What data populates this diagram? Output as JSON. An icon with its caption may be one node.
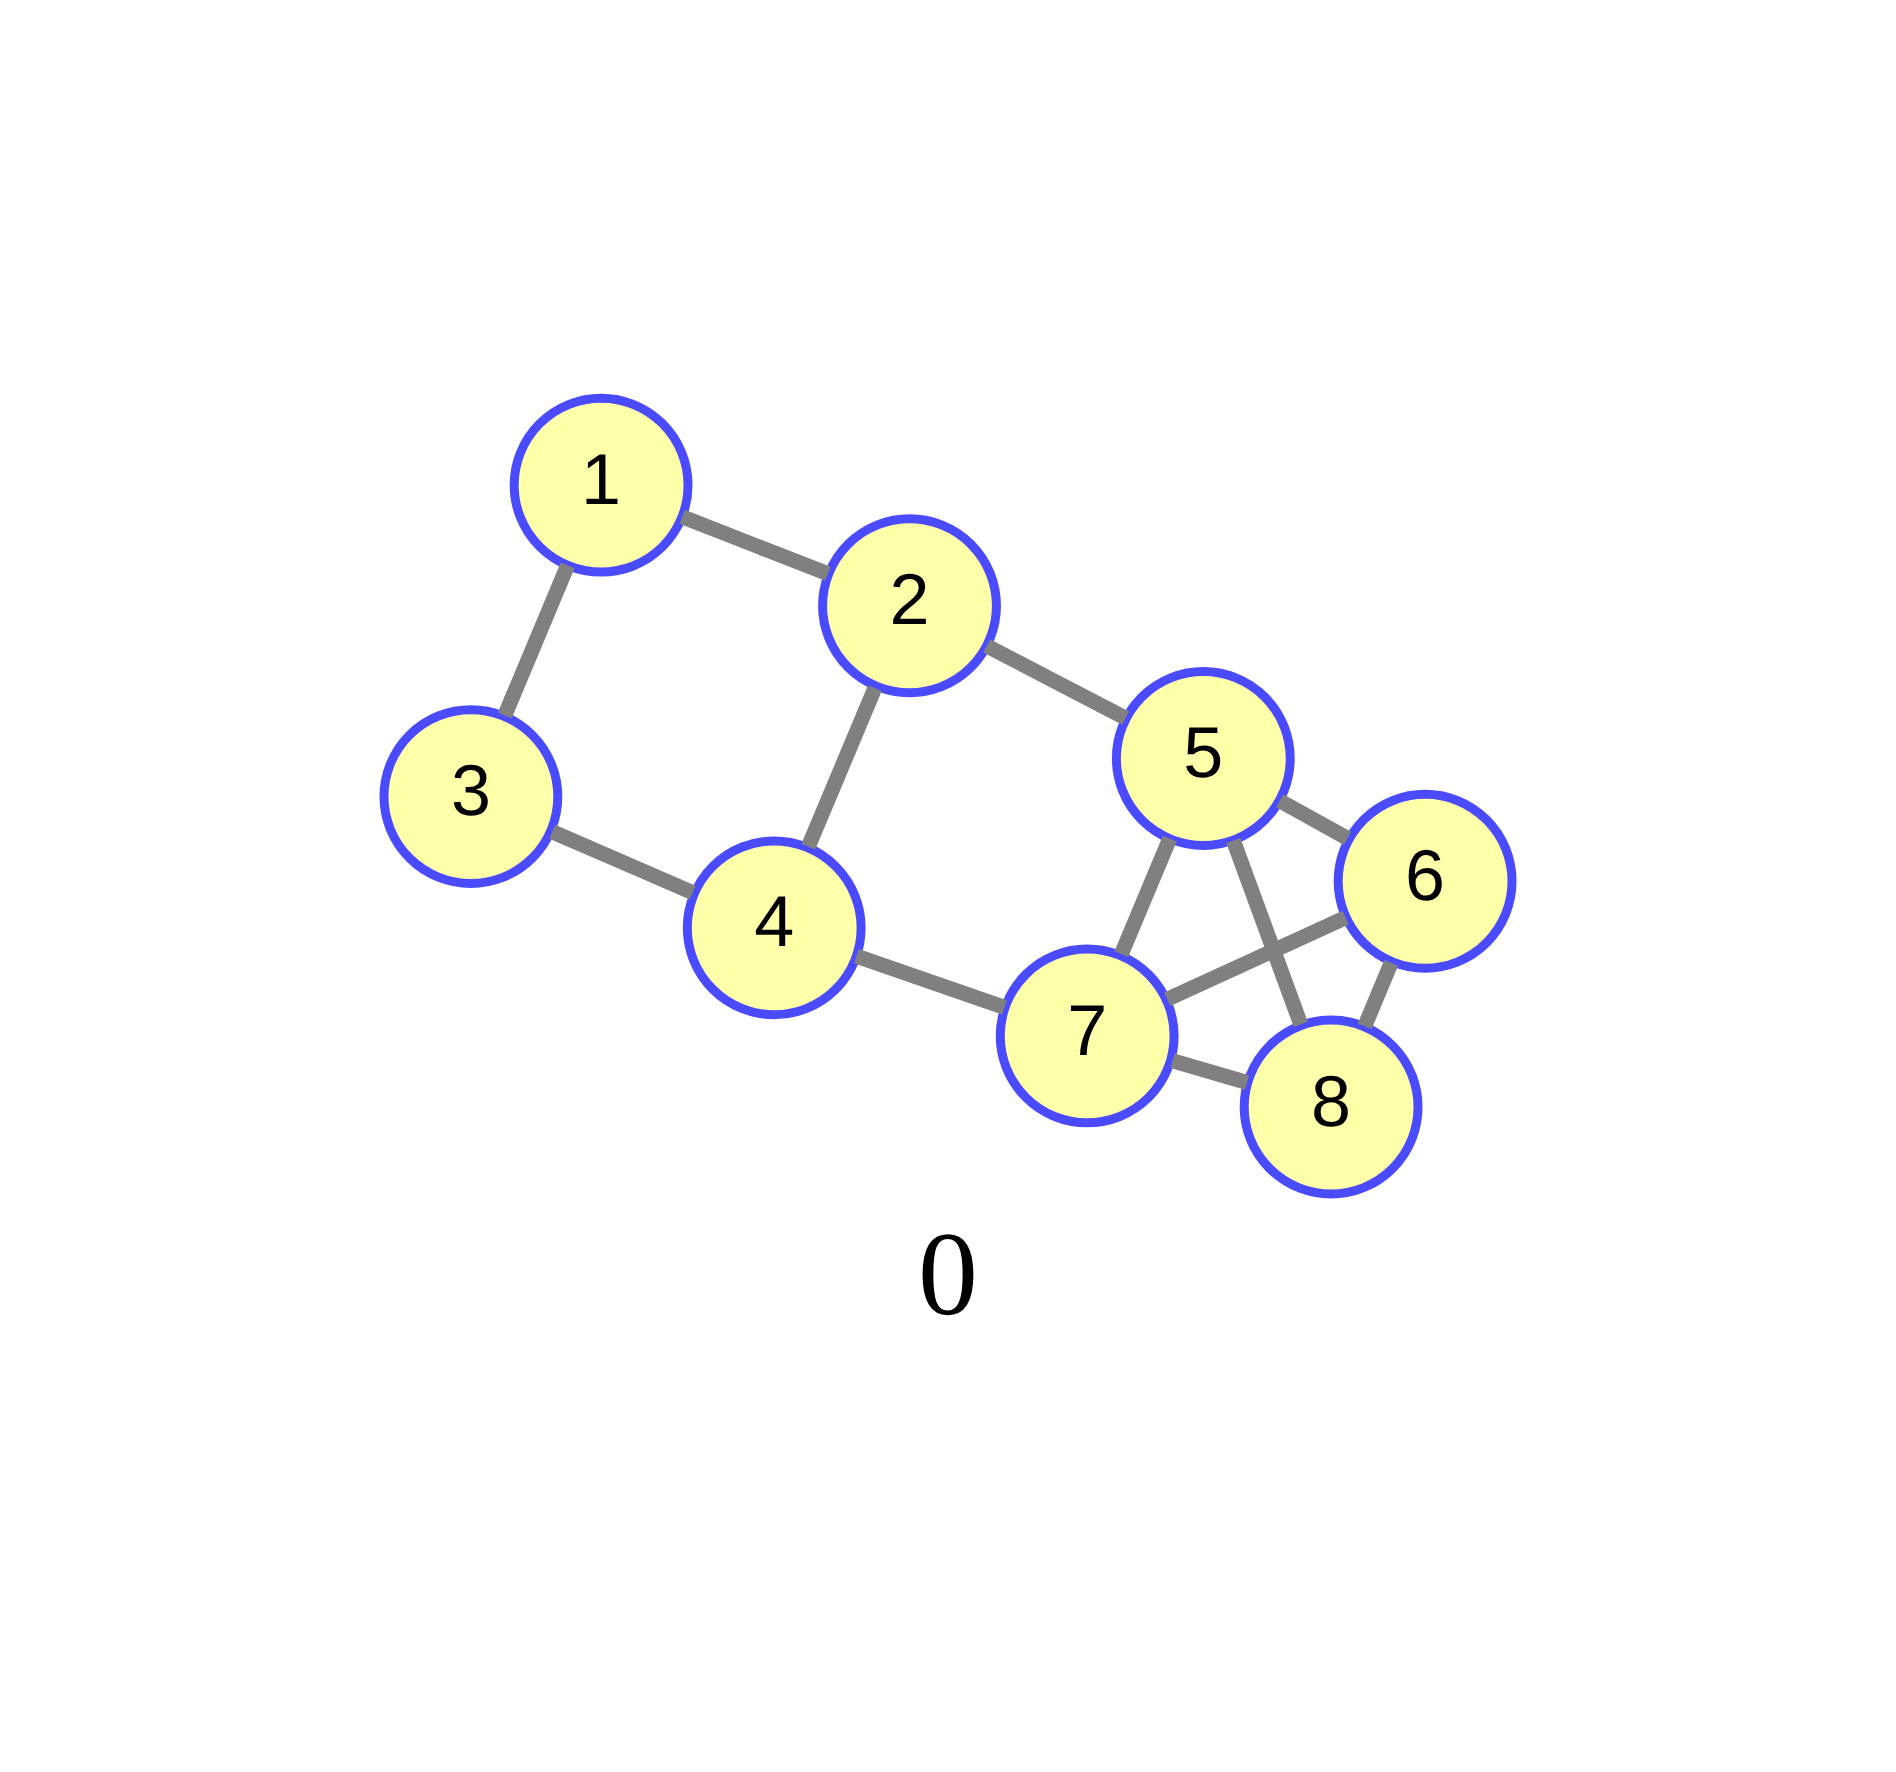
{
  "diagram": {
    "caption": "0",
    "nodes": [
      {
        "text": [
          "1"
        ]
      },
      {
        "text": [
          "2"
        ]
      },
      {
        "text": [
          "3"
        ]
      },
      {
        "text": [
          "4"
        ]
      },
      {
        "text": [
          "5"
        ]
      },
      {
        "text": [
          "6"
        ]
      },
      {
        "text": [
          "7"
        ]
      },
      {
        "text": [
          "8"
        ]
      }
    ],
    "edges": [
      {
        "from": 0,
        "to": 2,
        "arrow": "none"
      },
      {
        "from": 0,
        "to": 1,
        "arrow": "none"
      },
      {
        "from": 2,
        "to": 3,
        "arrow": "none"
      },
      {
        "from": 3,
        "to": 1,
        "arrow": "none"
      },
      {
        "from": 3,
        "to": 6,
        "arrow": "none"
      },
      {
        "from": 1,
        "to": 4,
        "arrow": "none"
      },
      {
        "from": 6,
        "to": 5,
        "arrow": "none"
      },
      {
        "from": 6,
        "to": 7,
        "arrow": "none"
      },
      {
        "from": 6,
        "to": 4,
        "arrow": "none"
      },
      {
        "from": 5,
        "to": 7,
        "arrow": "none"
      },
      {
        "from": 5,
        "to": 4,
        "arrow": "none"
      },
      {
        "from": 7,
        "to": 4,
        "arrow": "none"
      }
    ]
  }
}
